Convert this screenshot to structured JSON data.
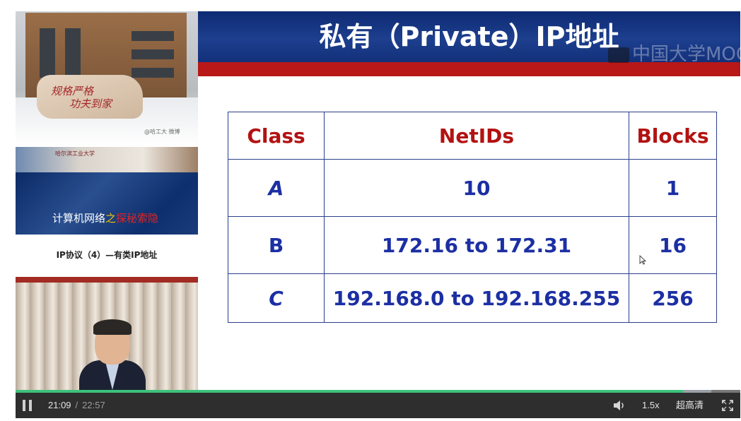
{
  "left_panel": {
    "stone_inscription": [
      "规格严格",
      "功夫到家"
    ],
    "weibo_watermark": "@哈工大 微博",
    "banner_logo": "哈尔滨工业大学",
    "course_title": {
      "part1": "计算机网络",
      "part2": "之",
      "part3": "探秘索隐"
    },
    "lesson_title": "IP协议（4）—有类IP地址"
  },
  "slide": {
    "title": "私有（Private）IP地址",
    "watermark": "中国大学MOOC",
    "table": {
      "headers": [
        "Class",
        "NetIDs",
        "Blocks"
      ],
      "rows": [
        {
          "class": "A",
          "netids": "10",
          "blocks": "1"
        },
        {
          "class": "B",
          "netids": "172.16 to 172.31",
          "blocks": "16"
        },
        {
          "class": "C",
          "netids": "192.168.0 to 192.168.255",
          "blocks": "256"
        }
      ]
    }
  },
  "player": {
    "current_time": "21:09",
    "separator": "/",
    "duration": "22:57",
    "progress_fraction": 0.921,
    "buffered_fraction": 0.96,
    "speed": "1.5x",
    "quality": "超高清",
    "colors": {
      "progress": "#3cc27a",
      "controls_bg": "#2e2e2e"
    }
  }
}
